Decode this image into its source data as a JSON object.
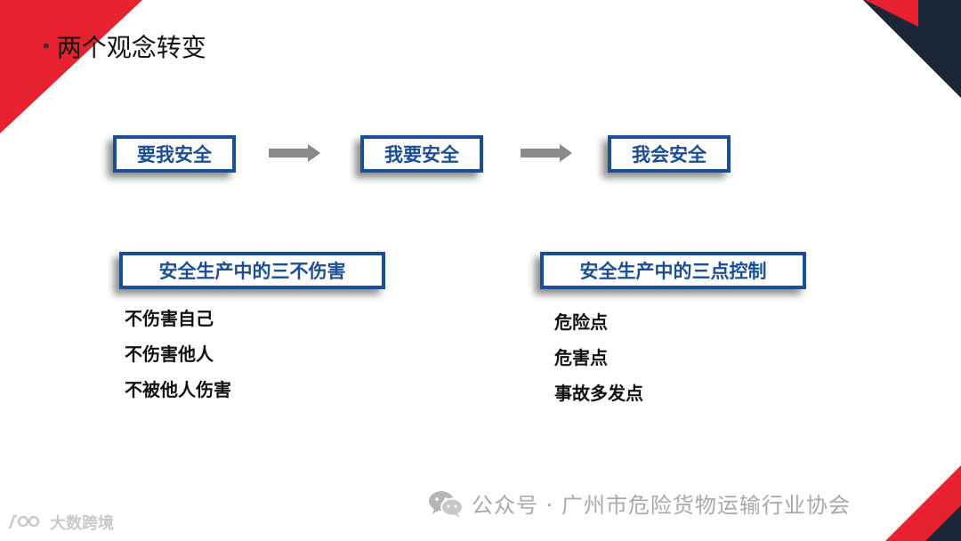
{
  "slide": {
    "bullet": "•",
    "title": "两个观念转变"
  },
  "concepts": [
    {
      "label": "要我安全"
    },
    {
      "label": "我要安全"
    },
    {
      "label": "我会安全"
    }
  ],
  "sections": {
    "left": {
      "heading": "安全生产中的三不伤害",
      "items": [
        "不伤害自己",
        "不伤害他人",
        "不被他人伤害"
      ]
    },
    "right": {
      "heading": "安全生产中的三点控制",
      "items": [
        "危险点",
        "危害点",
        "事故多发点"
      ]
    }
  },
  "watermarks": {
    "wechat": "公众号 · 广州市危险货物运输行业协会",
    "brand": "大数跨境"
  },
  "colors": {
    "accent_red": "#e8212e",
    "navy": "#1b2538",
    "box_blue": "#1a4e98",
    "arrow_gray": "#8a8a8a"
  },
  "icons": [
    "wechat-icon",
    "arrow-right-icon",
    "brand-logo-icon"
  ]
}
